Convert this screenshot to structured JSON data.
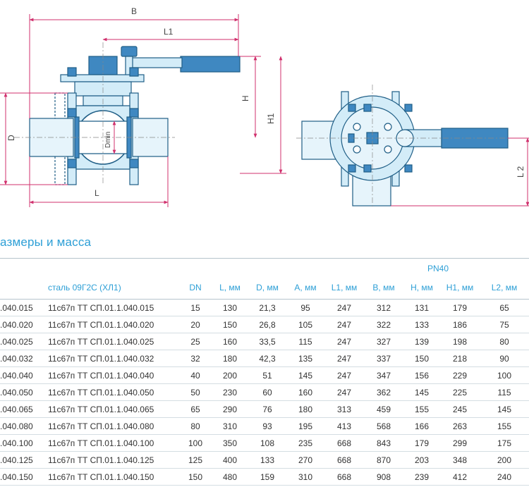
{
  "drawing": {
    "labels": {
      "B": "B",
      "L1": "L1",
      "H": "H",
      "H1": "H1",
      "D": "D",
      "Dmin": "Dmin",
      "L": "L",
      "L2": "L 2"
    }
  },
  "section_title": "азмеры и масса",
  "table": {
    "group_header": "PN40",
    "columns": [
      "",
      "сталь 09Г2С (ХЛ1)",
      "DN",
      "L, мм",
      "D, мм",
      "A, мм",
      "L1, мм",
      "B, мм",
      "H, мм",
      "H1, мм",
      "L2, мм"
    ],
    "rows": [
      [
        ".040.015",
        "11с67п ТТ СП.01.1.040.015",
        "15",
        "130",
        "21,3",
        "95",
        "247",
        "312",
        "131",
        "179",
        "65"
      ],
      [
        ".040.020",
        "11с67п ТТ СП.01.1.040.020",
        "20",
        "150",
        "26,8",
        "105",
        "247",
        "322",
        "133",
        "186",
        "75"
      ],
      [
        ".040.025",
        "11с67п ТТ СП.01.1.040.025",
        "25",
        "160",
        "33,5",
        "115",
        "247",
        "327",
        "139",
        "198",
        "80"
      ],
      [
        ".040.032",
        "11с67п ТТ СП.01.1.040.032",
        "32",
        "180",
        "42,3",
        "135",
        "247",
        "337",
        "150",
        "218",
        "90"
      ],
      [
        ".040.040",
        "11с67п ТТ СП.01.1.040.040",
        "40",
        "200",
        "51",
        "145",
        "247",
        "347",
        "156",
        "229",
        "100"
      ],
      [
        ".040.050",
        "11с67п ТТ СП.01.1.040.050",
        "50",
        "230",
        "60",
        "160",
        "247",
        "362",
        "145",
        "225",
        "115"
      ],
      [
        ".040.065",
        "11с67п ТТ СП.01.1.040.065",
        "65",
        "290",
        "76",
        "180",
        "313",
        "459",
        "155",
        "245",
        "145"
      ],
      [
        ".040.080",
        "11с67п ТТ СП.01.1.040.080",
        "80",
        "310",
        "93",
        "195",
        "413",
        "568",
        "166",
        "263",
        "155"
      ],
      [
        ".040.100",
        "11с67п ТТ СП.01.1.040.100",
        "100",
        "350",
        "108",
        "235",
        "668",
        "843",
        "179",
        "299",
        "175"
      ],
      [
        ".040.125",
        "11с67п ТТ СП.01.1.040.125",
        "125",
        "400",
        "133",
        "270",
        "668",
        "870",
        "203",
        "348",
        "200"
      ],
      [
        ".040.150",
        "11с67п ТТ СП.01.1.040.150",
        "150",
        "480",
        "159",
        "310",
        "668",
        "908",
        "239",
        "412",
        "240"
      ]
    ]
  },
  "colors": {
    "accent": "#2d9fd6",
    "part_fill": "#d3ecf8",
    "part_stroke": "#1f5e86",
    "handle": "#3f88c1",
    "dim_line": "#d0306d"
  }
}
